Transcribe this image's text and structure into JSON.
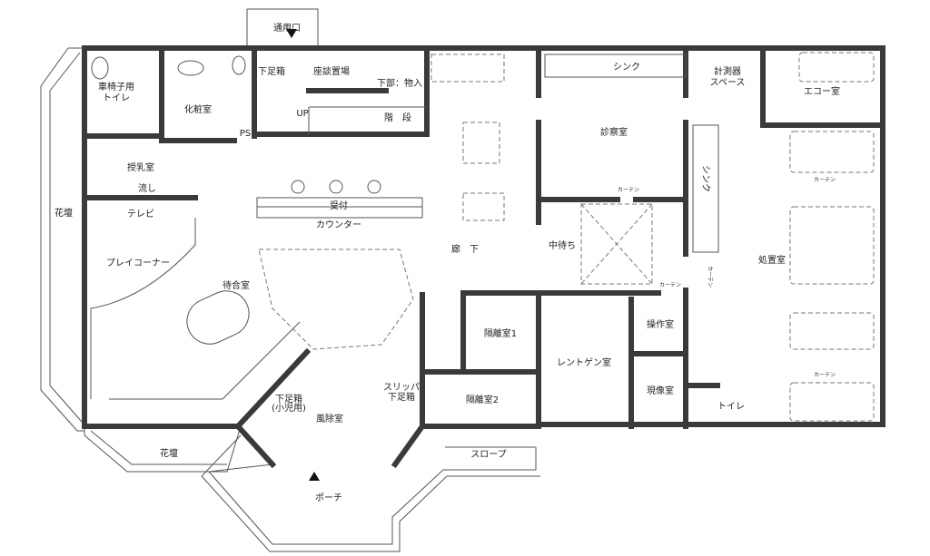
{
  "rooms": {
    "service_entrance": "通用口",
    "shoe_box": "下足箱",
    "storage": "座談置場",
    "under_storage": "下部：物入",
    "up": "UP",
    "stairs": "階　段",
    "ps": "PS",
    "wc_wheelchair_1": "車椅子用",
    "wc_wheelchair_2": "トイレ",
    "powder_room": "化粧室",
    "nursing_room": "授乳室",
    "sink_small": "流し",
    "tv": "テレビ",
    "flowerbed_left": "花壇",
    "flowerbed_bottom": "花壇",
    "reception": "受付",
    "counter": "カウンター",
    "corridor": "廊　下",
    "play_corner": "プレイコーナー",
    "waiting_room": "待合室",
    "inner_waiting": "中待ち",
    "exam_room": "診察室",
    "sink_top": "シンク",
    "sink_side": "シンク",
    "instrument_1": "計測器",
    "instrument_2": "スペース",
    "echo_room": "エコー室",
    "treatment_room": "処置室",
    "curtain_1": "カーテン",
    "curtain_2": "カーテン",
    "curtain_3": "カーテン",
    "curtain_4": "カーテン",
    "curtain_5": "カーテン",
    "isolation_1": "隔離室1",
    "isolation_2": "隔離室2",
    "xray_room": "レントゲン室",
    "control_room": "操作室",
    "darkroom": "現像室",
    "toilet": "トイレ",
    "slope": "スロープ",
    "vestibule": "風除室",
    "slipper_box_1": "スリッパ",
    "slipper_box_2": "下足箱",
    "kids_shoe_1": "下足箱",
    "kids_shoe_2": "(小児用)",
    "porch": "ポーチ"
  }
}
